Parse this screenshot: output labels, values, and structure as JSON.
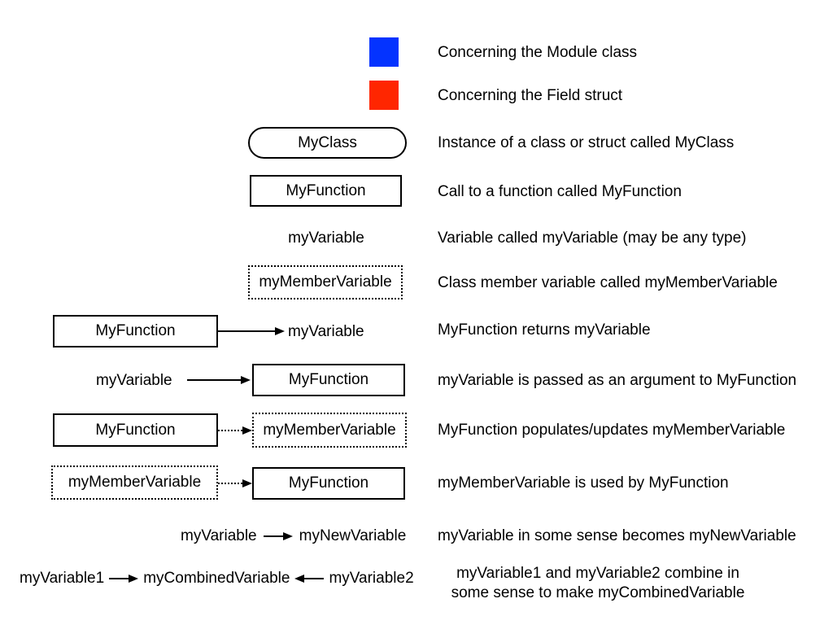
{
  "colors": {
    "module_blue": "#0433ff",
    "field_red": "#ff2600"
  },
  "rows": {
    "module": {
      "description": "Concerning the Module class"
    },
    "field": {
      "description": "Concerning the Field struct"
    },
    "class_instance": {
      "symbol": "MyClass",
      "description": "Instance of a class or struct called MyClass"
    },
    "function_call": {
      "symbol": "MyFunction",
      "description": "Call to a function called MyFunction"
    },
    "variable": {
      "symbol": "myVariable",
      "description": "Variable called myVariable (may be any type)"
    },
    "member_variable": {
      "symbol": "myMemberVariable",
      "description": "Class member variable called myMemberVariable"
    },
    "function_returns": {
      "function": "MyFunction",
      "variable": "myVariable",
      "description": "MyFunction returns myVariable"
    },
    "argument_pass": {
      "variable": "myVariable",
      "function": "MyFunction",
      "description": "myVariable is passed as an argument to MyFunction"
    },
    "populates": {
      "function": "MyFunction",
      "member": "myMemberVariable",
      "description": "MyFunction populates/updates myMemberVariable"
    },
    "member_used": {
      "member": "myMemberVariable",
      "function": "MyFunction",
      "description": "myMemberVariable is used by MyFunction"
    },
    "becomes": {
      "from": "myVariable",
      "to": "myNewVariable",
      "description": "myVariable in some sense becomes myNewVariable"
    },
    "combine": {
      "var1": "myVariable1",
      "combined": "myCombinedVariable",
      "var2": "myVariable2",
      "description_line1": "myVariable1 and myVariable2 combine in",
      "description_line2": "some sense to make myCombinedVariable"
    }
  }
}
